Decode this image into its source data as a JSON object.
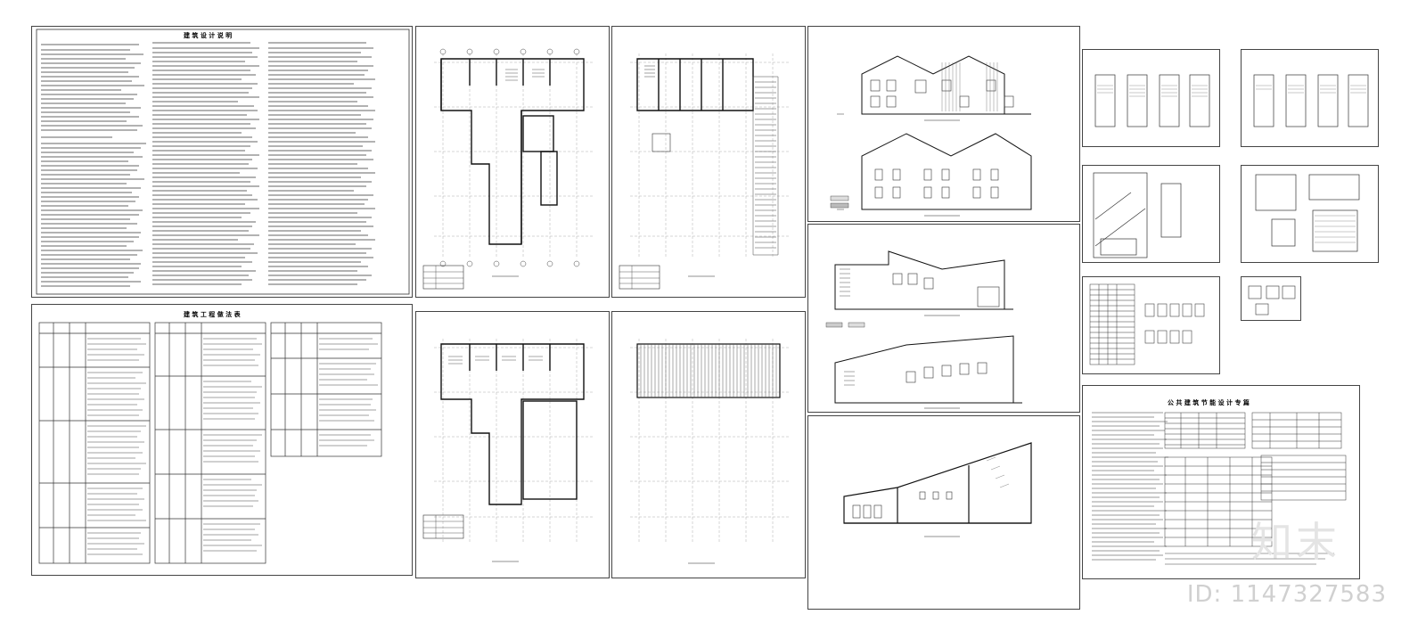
{
  "sheets": {
    "design_notes": {
      "title": "建 筑 设 计 说 明"
    },
    "construction_table": {
      "title": "建 筑 工 程 做 法 表"
    },
    "energy": {
      "title": "公 共 建 筑 节 能 设 计 专 篇"
    }
  },
  "watermark": {
    "brand": "知末",
    "id": "ID: 1147327583"
  }
}
